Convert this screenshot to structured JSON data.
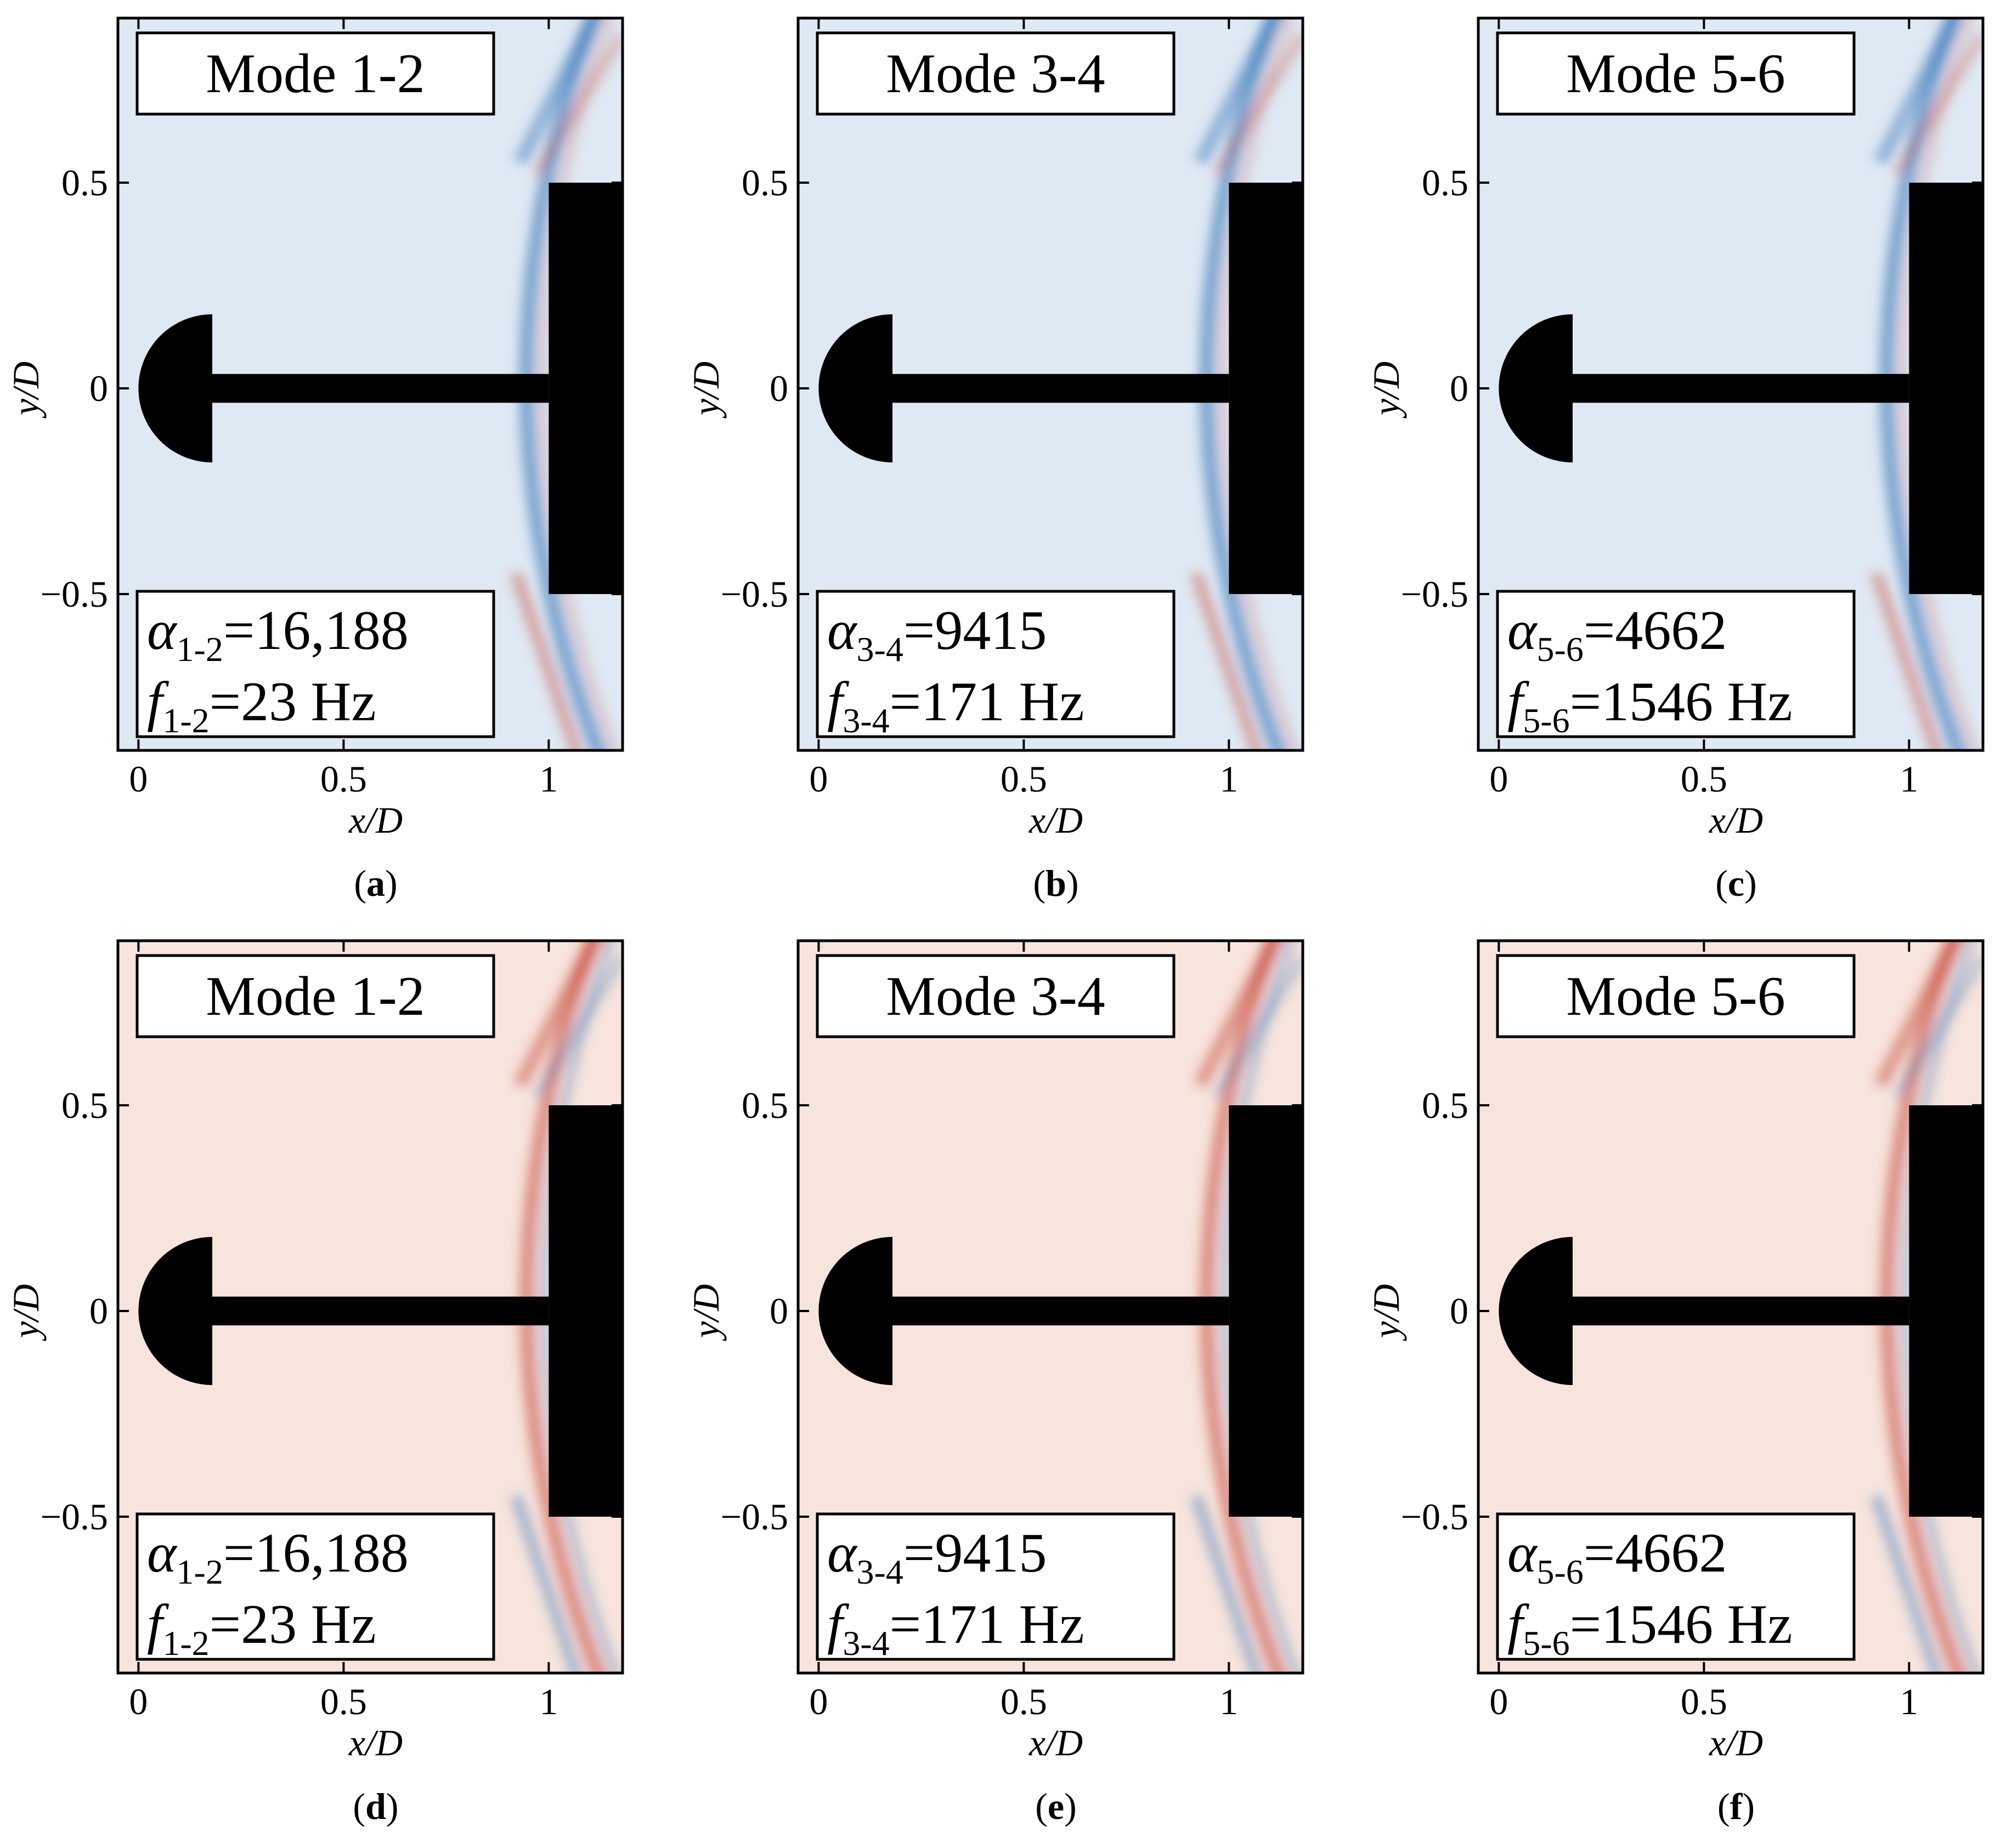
{
  "colors": {
    "field_blue": "#dfe9f3",
    "field_red": "#f7e4dc",
    "structure": "#000000",
    "positive": "#c0392b",
    "negative": "#2e6fb5"
  },
  "panels": [
    {
      "letter": "a",
      "mode": "Mode 1-2",
      "sym_alpha": "α",
      "sub_alpha": "1-2",
      "alpha_value": "=16,188",
      "sym_f": "f",
      "sub_f": "1-2",
      "f_value": "=23 Hz",
      "tint": "blue"
    },
    {
      "letter": "b",
      "mode": "Mode 3-4",
      "sym_alpha": "α",
      "sub_alpha": "3-4",
      "alpha_value": "=9415",
      "sym_f": "f",
      "sub_f": "3-4",
      "f_value": "=171 Hz",
      "tint": "blue"
    },
    {
      "letter": "c",
      "mode": "Mode 5-6",
      "sym_alpha": "α",
      "sub_alpha": "5-6",
      "alpha_value": "=4662",
      "sym_f": "f",
      "sub_f": "5-6",
      "f_value": "=1546 Hz",
      "tint": "blue"
    },
    {
      "letter": "d",
      "mode": "Mode 1-2",
      "sym_alpha": "α",
      "sub_alpha": "1-2",
      "alpha_value": "=16,188",
      "sym_f": "f",
      "sub_f": "1-2",
      "f_value": "=23 Hz",
      "tint": "red"
    },
    {
      "letter": "e",
      "mode": "Mode 3-4",
      "sym_alpha": "α",
      "sub_alpha": "3-4",
      "alpha_value": "=9415",
      "sym_f": "f",
      "sub_f": "3-4",
      "f_value": "=171 Hz",
      "tint": "red"
    },
    {
      "letter": "f",
      "mode": "Mode 5-6",
      "sym_alpha": "α",
      "sub_alpha": "5-6",
      "alpha_value": "=4662",
      "sym_f": "f",
      "sub_f": "5-6",
      "f_value": "=1546 Hz",
      "tint": "red"
    }
  ],
  "chart_data": {
    "type": "heatmap",
    "xlabel": "x/D",
    "ylabel": "y/D",
    "xlim": [
      -0.05,
      1.18
    ],
    "ylim": [
      -0.88,
      0.9
    ],
    "x_ticks": [
      0,
      0.5,
      1
    ],
    "x_tick_labels": [
      "0",
      "0.5",
      "1"
    ],
    "y_ticks": [
      0.5,
      0,
      -0.5
    ],
    "y_tick_labels": [
      "0.5",
      "0",
      "−0.5"
    ],
    "body": {
      "spike_hemisphere_radius": 0.18,
      "spike_rod_half_width": 0.035,
      "spike_rod_end_x": 1.0,
      "blunt_body_x": [
        1.0,
        1.18
      ],
      "blunt_body_y": [
        -0.5,
        0.5
      ]
    }
  }
}
